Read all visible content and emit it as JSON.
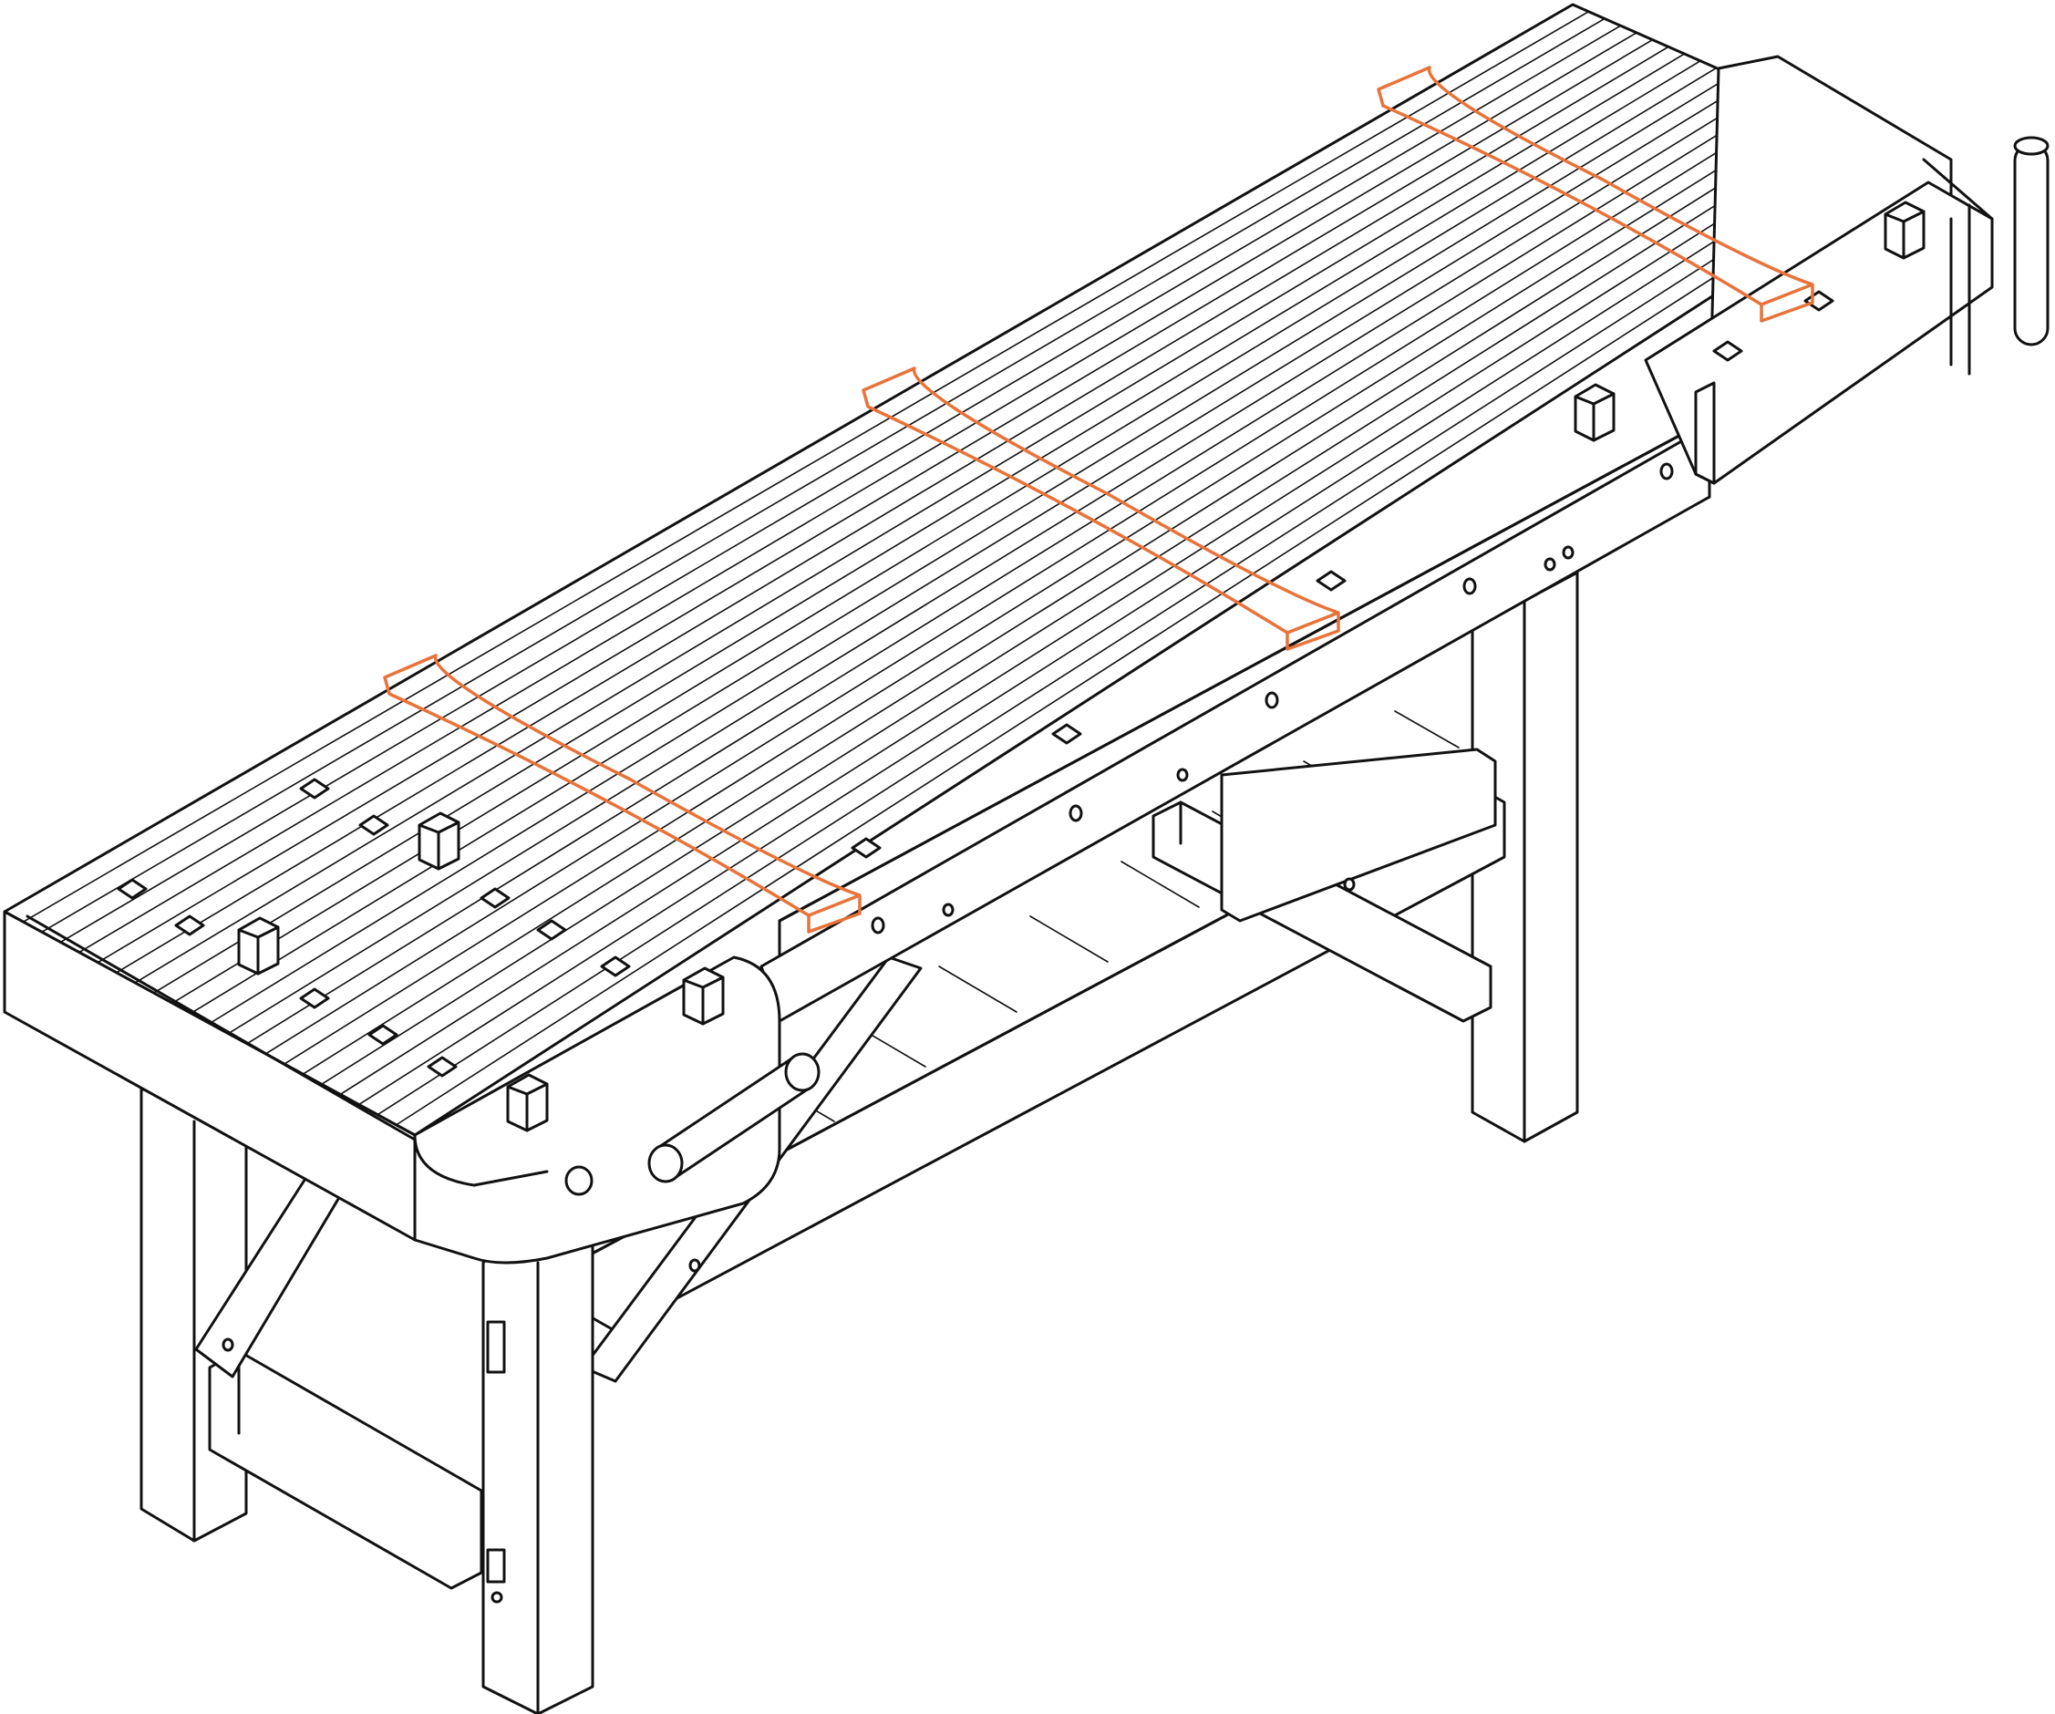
{
  "figure": {
    "subject": "workbench-isometric-line-drawing",
    "line_color": "#111111",
    "background_color": "#ffffff",
    "highlight_color": "#e8733a"
  },
  "components": [
    {
      "name": "benchtop-slatted",
      "count": 1
    },
    {
      "name": "butterfly-key",
      "count": 3,
      "highlighted": true
    },
    {
      "name": "bench-dog",
      "count": 6
    },
    {
      "name": "dog-hole",
      "count": 18
    },
    {
      "name": "front-apron",
      "count": 1
    },
    {
      "name": "leg",
      "count": 4
    },
    {
      "name": "stretcher",
      "count": 3
    },
    {
      "name": "diagonal-brace",
      "count": 2
    },
    {
      "name": "leg-vise-round",
      "count": 1
    },
    {
      "name": "vise-handle",
      "count": 2
    },
    {
      "name": "tail-vise",
      "count": 1
    },
    {
      "name": "lower-shelf-slats",
      "count": 1
    }
  ]
}
